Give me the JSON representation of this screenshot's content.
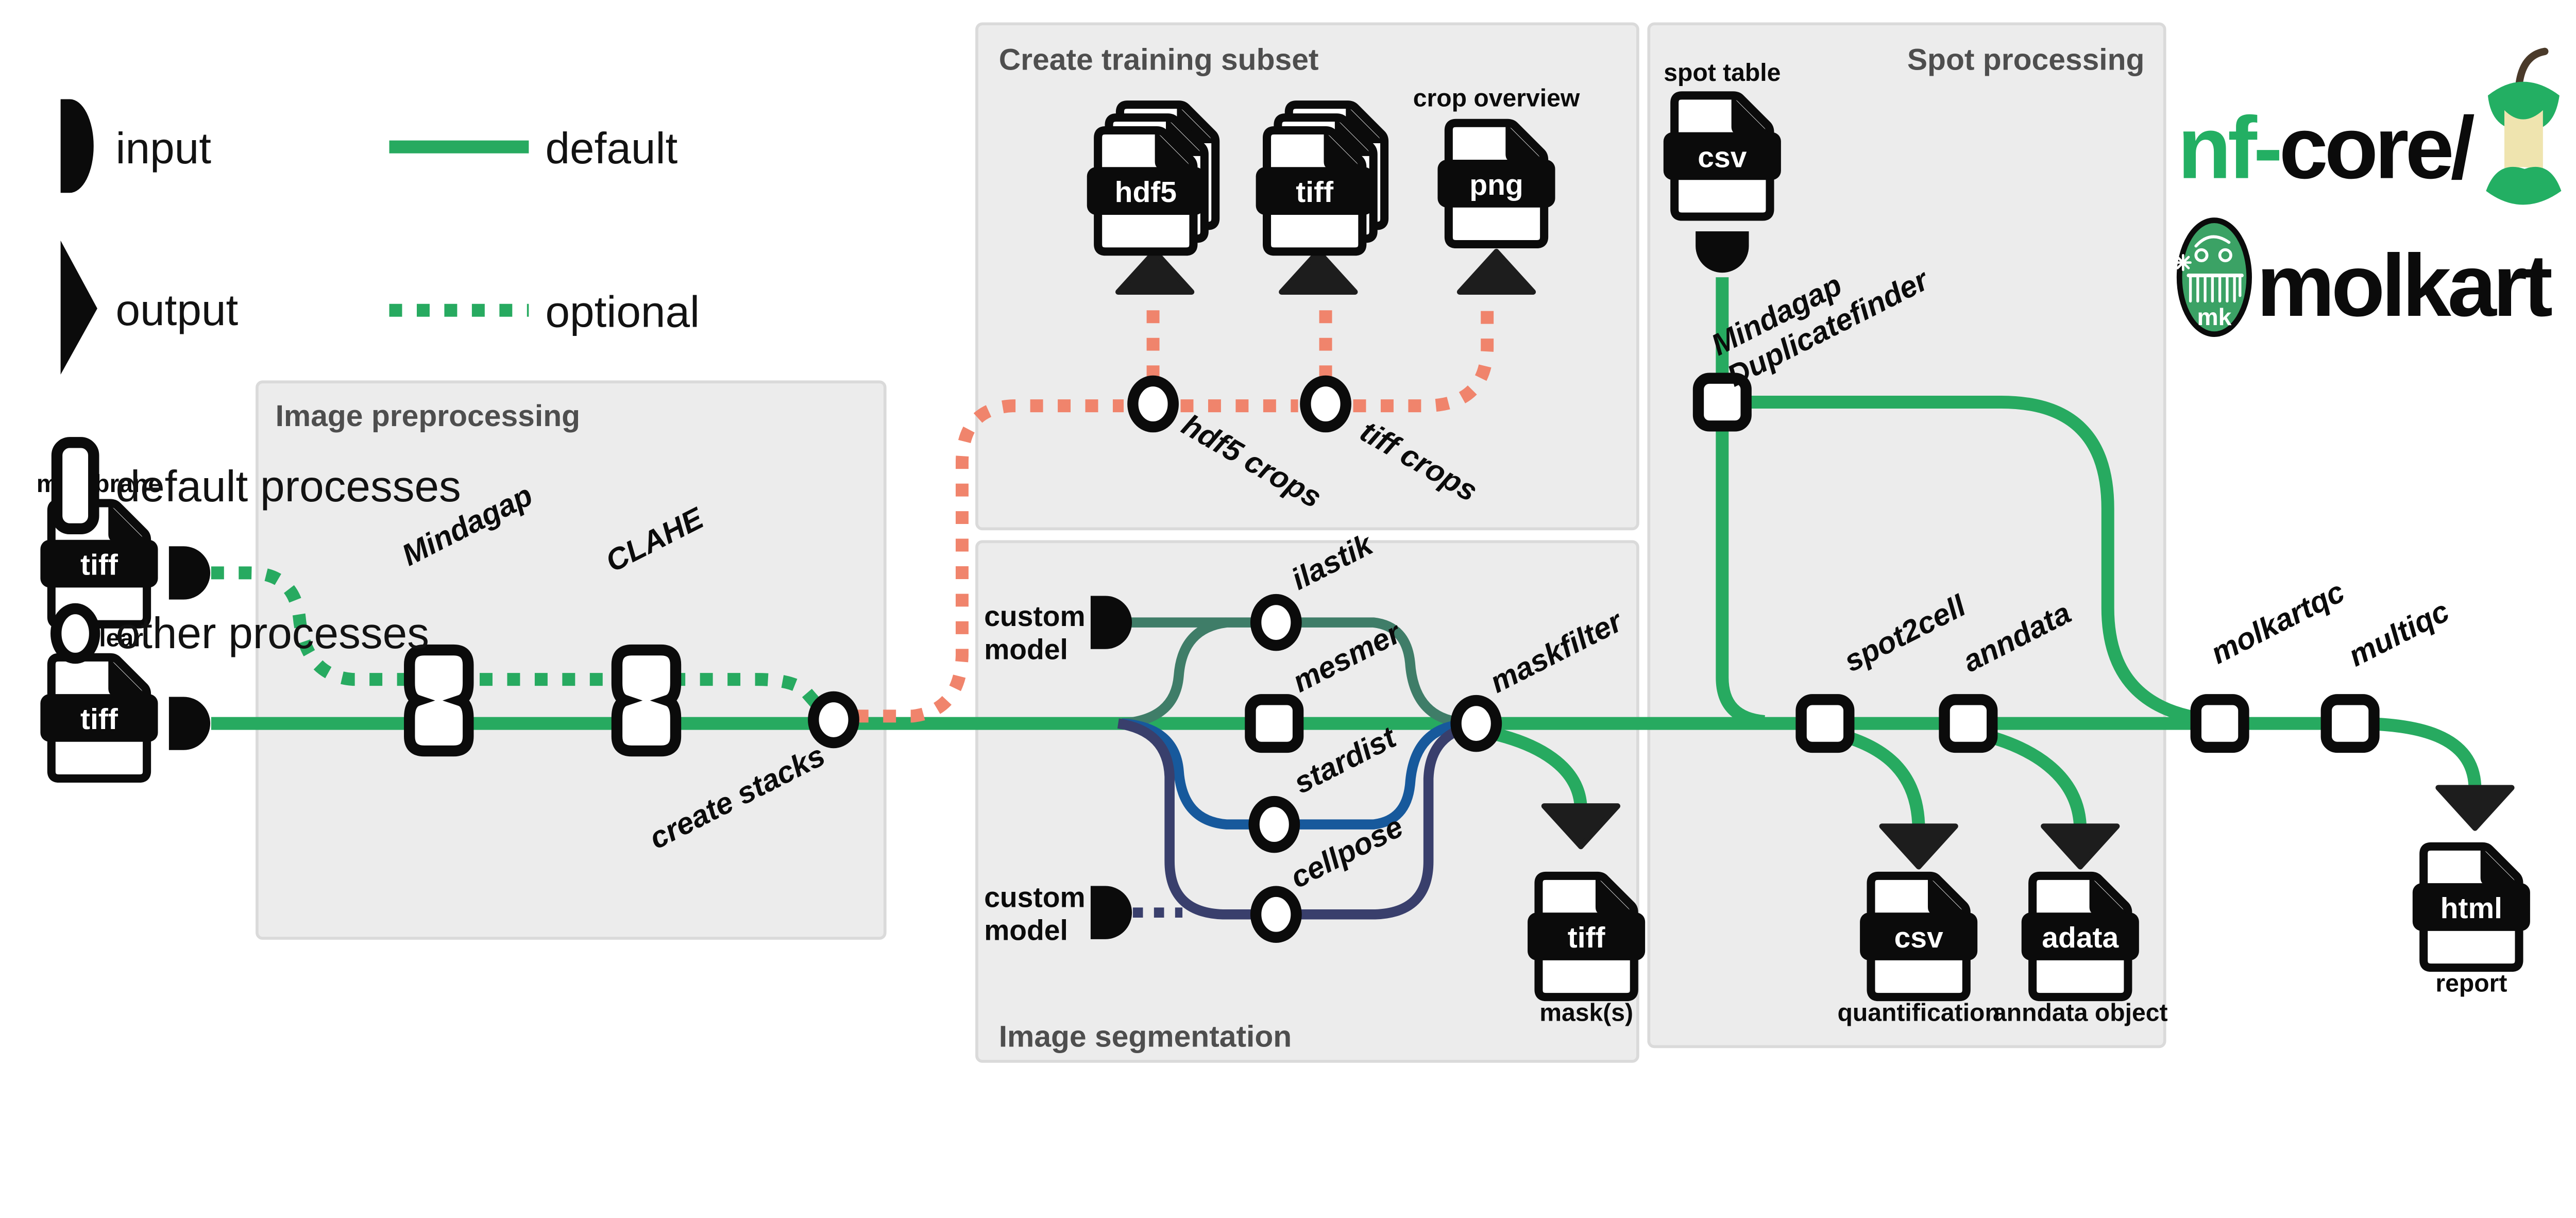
{
  "colors": {
    "green": "#27AA60",
    "salmon": "#F0846C",
    "teal": "#3F7D68",
    "blue": "#17599C",
    "navy": "#393F6C",
    "box_fill": "#ECECEC",
    "box_stroke": "#DADADA",
    "ink": "#0B0B0B",
    "title_gray": "#4E4E4E",
    "arrow_dark": "#1D1D1D",
    "badge_green": "#3BA265",
    "logo_green": "#23AF63",
    "apple_cream": "#EFE4AF",
    "stem_brown": "#4A3A2A"
  },
  "legend": {
    "input": "input",
    "output": "output",
    "default_processes": "default processes",
    "other_processes": "other processes",
    "default_line": "default",
    "optional_line": "optional"
  },
  "logo": {
    "prefix": "nf-",
    "core": "core/",
    "name": "molkart",
    "badge": "mk"
  },
  "boxes": {
    "preprocessing": "Image preprocessing",
    "training": "Create training subset",
    "segmentation": "Image segmentation",
    "spot": "Spot processing"
  },
  "files": {
    "membrane": {
      "caption": "membrane",
      "ext": "tiff"
    },
    "nuclear": {
      "caption": "nuclear",
      "ext": "tiff"
    },
    "spot_table": {
      "caption": "spot table",
      "ext": "csv"
    },
    "hdf5_stack": {
      "ext": "hdf5"
    },
    "tiff_stack": {
      "ext": "tiff"
    },
    "png": {
      "caption": "crop overview",
      "ext": "png"
    },
    "masks": {
      "caption": "mask(s)",
      "ext": "tiff"
    },
    "quantification": {
      "caption": "quantification",
      "ext": "csv"
    },
    "anndata_object": {
      "caption": "anndata object",
      "ext": "adata"
    },
    "report": {
      "caption": "report",
      "ext": "html"
    }
  },
  "inputs": {
    "custom_model_top": [
      "custom",
      "model"
    ],
    "custom_model_bottom": [
      "custom",
      "model"
    ]
  },
  "processes": {
    "mindagap": "Mindagap",
    "clahe": "CLAHE",
    "create_stacks": "create stacks",
    "hdf5_crops": "hdf5 crops",
    "tiff_crops": "tiff crops",
    "ilastik": "ilastik",
    "mesmer": "mesmer",
    "stardist": "stardist",
    "cellpose": "cellpose",
    "maskfilter": "maskfilter",
    "duplicatefinder": [
      "Mindagap",
      "Duplicatefinder"
    ],
    "spot2cell": "spot2cell",
    "anndata": "anndata",
    "molkartqc": "molkartqc",
    "multiqc": "multiqc"
  }
}
